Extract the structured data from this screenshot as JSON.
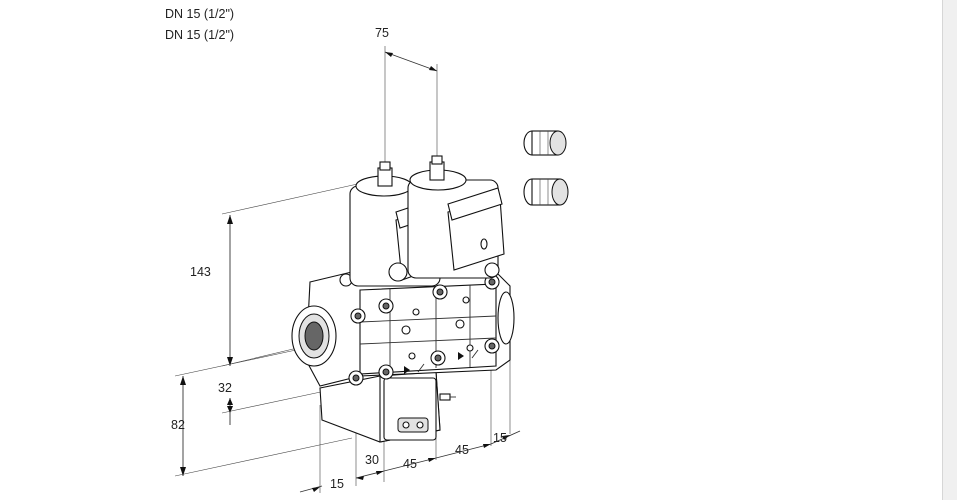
{
  "headers": {
    "line1": "DN 15 (1/2\")",
    "line2": "DN 15 (1/2\")"
  },
  "dimensions": {
    "top_spacing": "75",
    "height_total": "143",
    "height_lower": "32",
    "height_base": "82",
    "bottom_left": "15",
    "bottom_mid1": "30",
    "bottom_mid2": "45",
    "bottom_mid3": "45",
    "bottom_right": "15"
  },
  "colors": {
    "line": "#333333",
    "background": "#ffffff",
    "sidebar": "#f0f0f0"
  }
}
